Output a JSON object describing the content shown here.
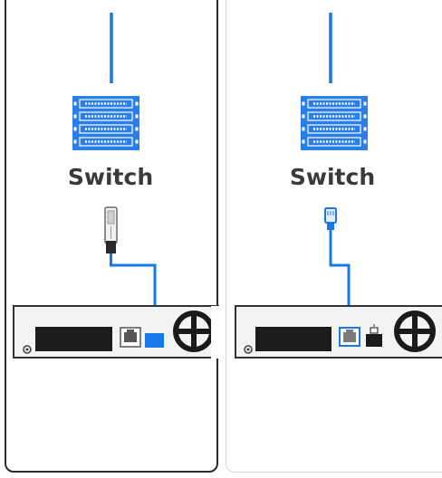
{
  "panels": [
    {
      "label": "Switch",
      "connection": "sfp-module"
    },
    {
      "label": "Switch",
      "connection": "rj45-ethernet"
    }
  ],
  "colors": {
    "cable": "#1878e8",
    "switch_icon": "#2a7ee8",
    "device_body": "#444444",
    "panel_border_left": "#2b2b2b",
    "panel_border_right": "#d4d4d4"
  }
}
